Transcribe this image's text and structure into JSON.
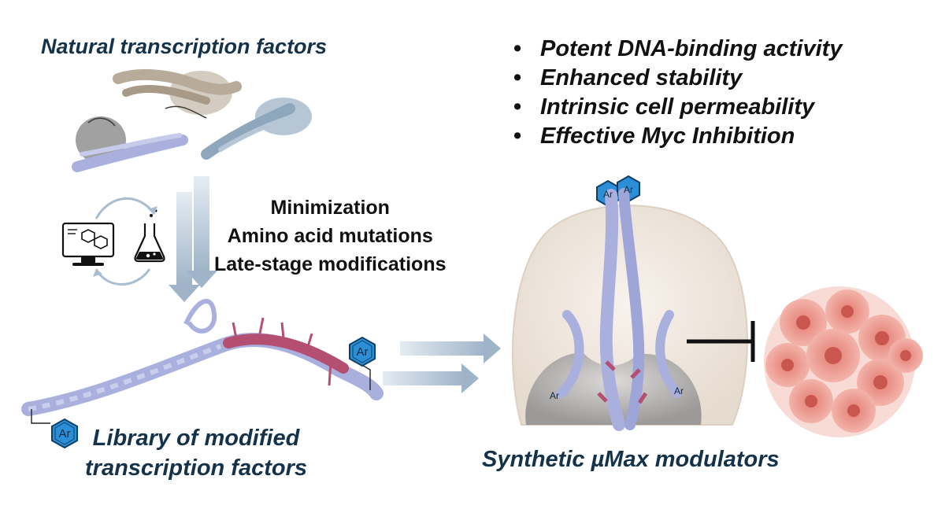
{
  "titles": {
    "natural": "Natural transcription factors",
    "library_line1": "Library of modified",
    "library_line2": "transcription factors",
    "synthetic": "Synthetic µMax modulators"
  },
  "steps": [
    "Minimization",
    "Amino acid mutations",
    "Late-stage modifications"
  ],
  "features": [
    "Potent DNA-binding activity",
    "Enhanced stability",
    "Intrinsic cell permeability",
    "Effective Myc Inhibition"
  ],
  "badge_label": "Ar",
  "colors": {
    "navy_text": "#14324a",
    "helix_lavender": "#aab0de",
    "helix_mod_pink": "#b54f72",
    "arrow_blue": "#a9bdd0",
    "badge_blue": "#2b8fd8",
    "tumor_pink": "#e88a80",
    "protein_cream": "#f3ece4",
    "protein_gray": "#9c9c9c"
  },
  "icons": [
    "computer-monitor-icon",
    "flask-icon",
    "cycle-arrows-icon",
    "aromatic-ring-badge-icon",
    "inhibition-t-bar-icon"
  ]
}
